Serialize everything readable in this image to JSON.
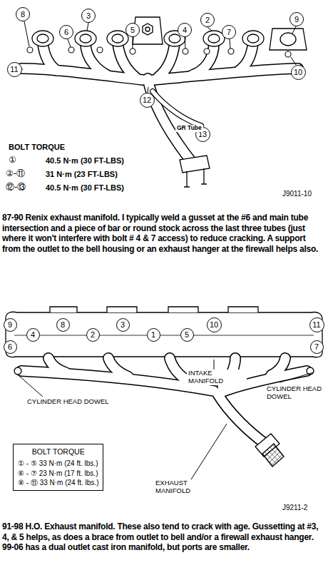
{
  "diagram": {
    "nodes": [
      {
        "text": [
          "8"
        ]
      },
      {
        "text": [
          "3"
        ]
      },
      {
        "text": [
          "2"
        ]
      },
      {
        "text": [
          "9"
        ]
      },
      {
        "text": [
          "6"
        ]
      },
      {
        "text": [
          "5"
        ]
      },
      {
        "text": [
          "4"
        ]
      },
      {
        "text": [
          "7"
        ]
      },
      {
        "text": [
          "11"
        ]
      },
      {
        "text": [
          "10"
        ]
      },
      {
        "text": [
          "12"
        ]
      },
      {
        "text": [
          "13"
        ]
      },
      {
        "text": [
          "9"
        ]
      },
      {
        "text": [
          "8"
        ]
      },
      {
        "text": [
          "3"
        ]
      },
      {
        "text": [
          "10"
        ]
      },
      {
        "text": [
          "11"
        ]
      },
      {
        "text": [
          "4"
        ]
      },
      {
        "text": [
          "2"
        ]
      },
      {
        "text": [
          "1"
        ]
      },
      {
        "text": [
          "5"
        ]
      },
      {
        "text": [
          "6"
        ]
      },
      {
        "text": [
          "7"
        ]
      },
      {
        "text": [
          "BOLT TORQUE",
          "① - ⑤ 33 N·m (24 ft. lbs.)",
          "⑥ - ⑦ 23 N·m (17 ft. lbs.)",
          "⑧ - ⑪ 33 N·m (24 ft. lbs.)"
        ]
      }
    ],
    "labels": [
      "GR Tube",
      "BOLT TORQUE",
      "①",
      "40.5 N·m (30 FT-LBS)",
      "②-⑪",
      "31 N·m (23 FT-LBS)",
      "⑫-⑬",
      "40.5 N·m (30 FT-LBS)",
      "J9011-10",
      "87-90 Renix exhaust manifold. I typically weld a gusset at the #6 and main tube intersection and a piece of bar or round stock across the last three tubes (just where it won't interfere with bolt # 4 & 7 access) to reduce cracking. A support from the outlet to the bell housing or an exhaust hanger at the firewall helps also.",
      "CYLINDER HEAD DOWEL",
      "INTAKE MANIFOLD",
      "CYLINDER HEAD DOWEL",
      "EXHAUST MANIFOLD",
      "J9211-2",
      "91-98 H.O. Exhaust manifold. These also tend to crack with age. Gussetting at #3, 4, & 5 helps, as does a brace from outlet to bell and/or a firewall exhaust hanger. 99-06 has a dual outlet cast iron manifold, but ports are smaller."
    ]
  }
}
